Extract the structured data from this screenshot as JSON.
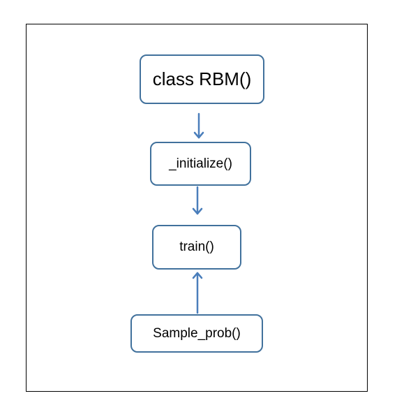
{
  "nodes": {
    "class_rbm": "class RBM()",
    "initialize": "_initialize()",
    "train": "train()",
    "sample_prob": "Sample_prob()"
  },
  "edges": [
    {
      "from": "class_rbm",
      "to": "initialize"
    },
    {
      "from": "initialize",
      "to": "train"
    },
    {
      "from": "sample_prob",
      "to": "train"
    }
  ],
  "colors": {
    "node_border": "#41719c",
    "arrow": "#4a7ebb",
    "frame": "#000000"
  }
}
